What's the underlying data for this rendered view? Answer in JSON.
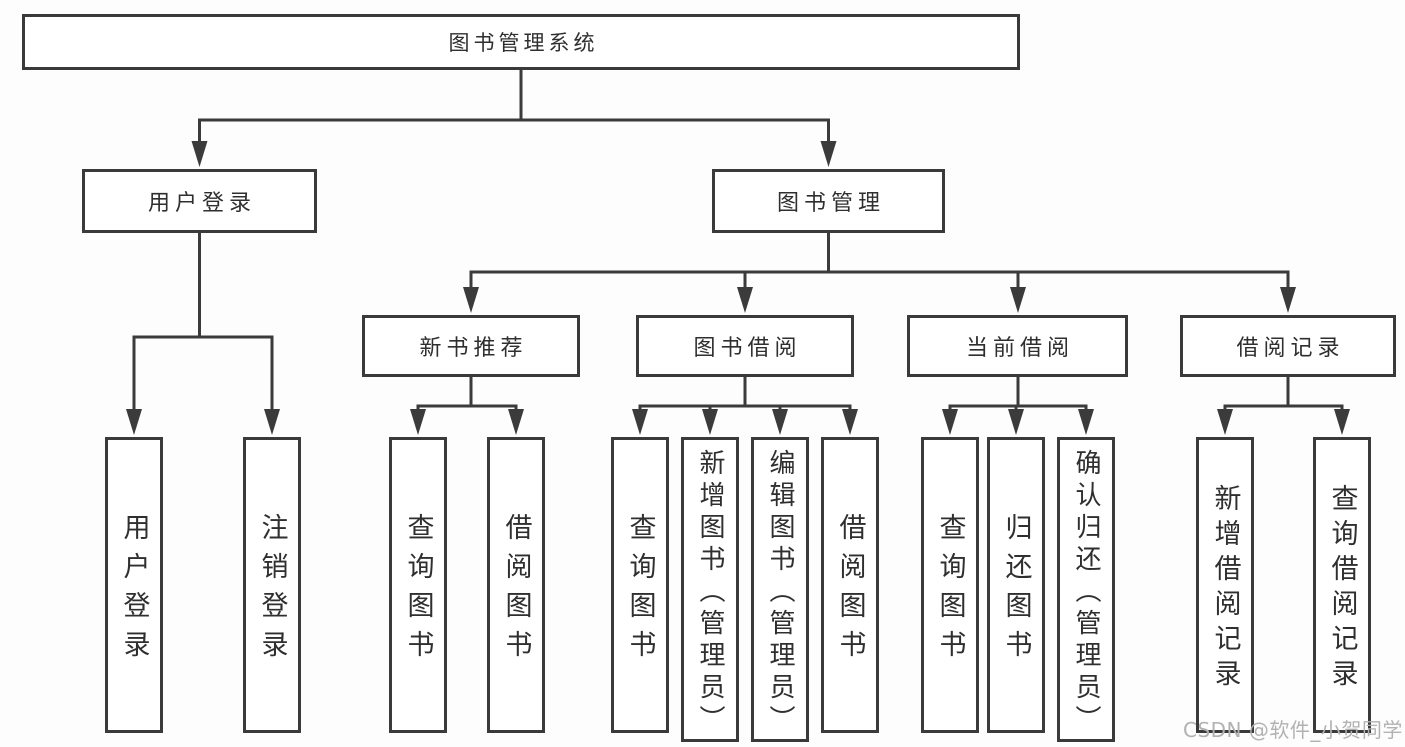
{
  "diagram_type": "functional-structure-tree",
  "colors": {
    "background": "#ffffff",
    "line": "#3b3b3b",
    "box_border": "#3a3a3a",
    "text": "#2f2f2f",
    "watermark_text": "#b2b2b2"
  },
  "watermark": "CSDN @软件_小贺同学",
  "nodes": {
    "root": "图书管理系统",
    "user_login": "用户登录",
    "book_management": "图书管理",
    "new_book_recommend": "新书推荐",
    "book_borrow": "图书借阅",
    "current_borrow": "当前借阅",
    "borrow_records": "借阅记录",
    "leaf_user_login": "用户登录",
    "leaf_logout": "注销登录",
    "leaf_query_book_a": "查询图书",
    "leaf_borrow_book_a": "借阅图书",
    "leaf_query_book_b": "查询图书",
    "leaf_add_book_admin": "新增图书（管理员）",
    "leaf_edit_book_admin": "编辑图书（管理员）",
    "leaf_borrow_book_b": "借阅图书",
    "leaf_query_book_c": "查询图书",
    "leaf_return_book": "归还图书",
    "leaf_confirm_return_admin": "确认归还（管理员）",
    "leaf_add_borrow_record": "新增借阅记录",
    "leaf_query_borrow_record": "查询借阅记录"
  },
  "hierarchy": {
    "图书管理系统": {
      "用户登录": [
        "用户登录",
        "注销登录"
      ],
      "图书管理": {
        "新书推荐": [
          "查询图书",
          "借阅图书"
        ],
        "图书借阅": [
          "查询图书",
          "新增图书（管理员）",
          "编辑图书（管理员）",
          "借阅图书"
        ],
        "当前借阅": [
          "查询图书",
          "归还图书",
          "确认归还（管理员）"
        ],
        "借阅记录": [
          "新增借阅记录",
          "查询借阅记录"
        ]
      }
    }
  }
}
